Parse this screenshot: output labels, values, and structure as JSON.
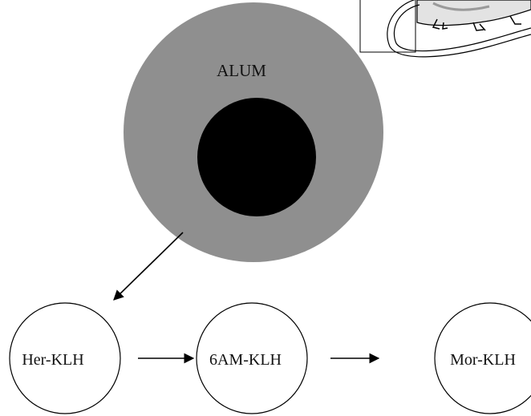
{
  "diagram": {
    "alum_label": "ALUM",
    "nodes": [
      {
        "label": "Her-KLH"
      },
      {
        "label": "6AM-KLH"
      },
      {
        "label": "Mor-KLH"
      }
    ]
  },
  "colors": {
    "alum_fill": "#8f8f8f",
    "core_fill": "#000000",
    "node_fill": "#ffffff",
    "stroke": "#000000"
  },
  "icons": {
    "animal": "mouse-icon"
  }
}
